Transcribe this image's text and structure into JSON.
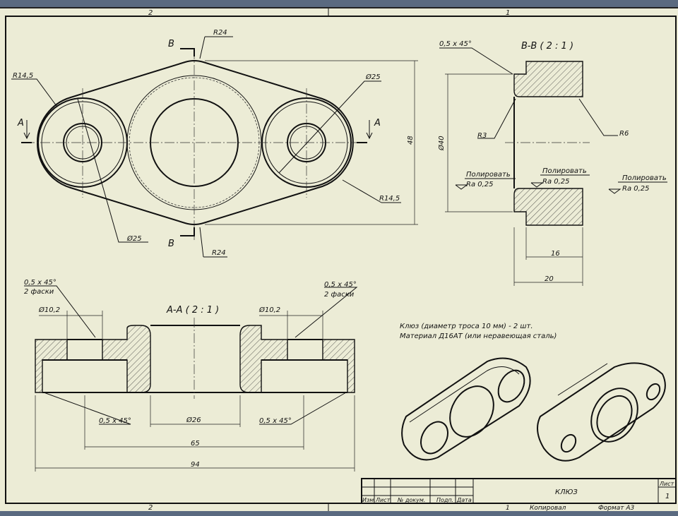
{
  "zones": {
    "top_left": "2",
    "top_right": "1",
    "bottom_left": "2",
    "bottom_right": "1"
  },
  "top_view": {
    "cut_b_top": "B",
    "cut_b_bottom": "B",
    "r24_top": "R24",
    "r24_bottom": "R24",
    "r145_left": "R14,5",
    "r145_right": "R14,5",
    "d25_right": "Ø25",
    "d25_left": "Ø25",
    "cut_a_left": "A",
    "cut_a_right": "A",
    "dim_48": "48"
  },
  "section_bb": {
    "title": "B-B ( 2 : 1 )",
    "chamfer": "0,5 x 45°",
    "d40": "Ø40",
    "r3": "R3",
    "r6": "R6",
    "dim_16": "16",
    "dim_20": "20",
    "finish": [
      {
        "label": "Полировать",
        "ra": "Ra 0,25"
      },
      {
        "label": "Полировать",
        "ra": "Ra 0,25"
      },
      {
        "label": "Полировать",
        "ra": "Ra 0,25"
      }
    ]
  },
  "section_aa": {
    "title": "A-A ( 2 : 1 )",
    "chamfer_left": "0,5 x 45°",
    "chamfer_left_count": "2 фаски",
    "chamfer_right": "0,5 x 45°",
    "chamfer_right_count": "2 фаски",
    "d102_left": "Ø10,2",
    "d102_right": "Ø10,2",
    "chamfer_bottom_left": "0,5 x 45°",
    "chamfer_bottom_right": "0,5 x 45°",
    "d26": "Ø26",
    "dim_65": "65",
    "dim_94": "94"
  },
  "notes": [
    "Клюз (диаметр троса 10 мм) - 2 шт.",
    "Материал Д16АТ (или неравеющая сталь)"
  ],
  "title_block": {
    "cols": [
      "Изм.",
      "Лист",
      "№ докум.",
      "Подп.",
      "Дата"
    ],
    "name": "КЛЮЗ",
    "sheet_label": "Лист",
    "sheet_num": "1",
    "copied": "Копировал",
    "format": "Формат А3",
    "bottom_num": "1"
  }
}
